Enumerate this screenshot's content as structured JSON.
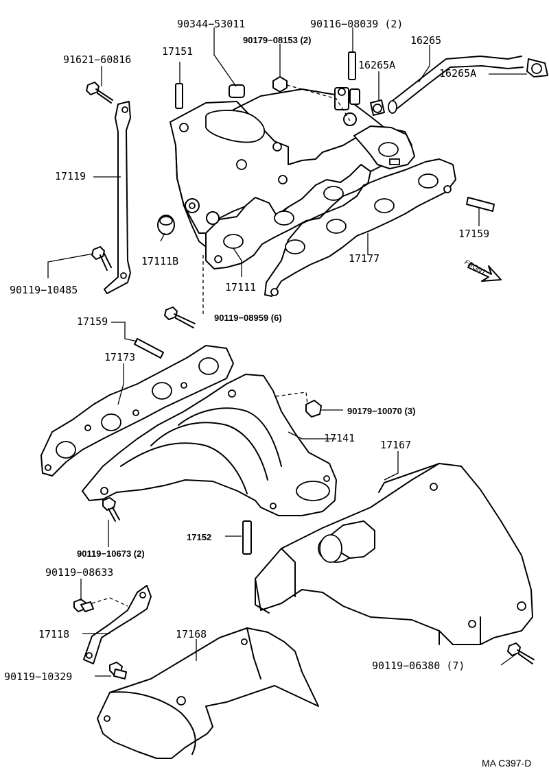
{
  "labels": {
    "p90344": "90344−53011",
    "p90116": "90116−08039 (2)",
    "p90179a": "90179−08153 (2)",
    "p16265": "16265",
    "p16265a1": "16265A",
    "p16265a2": "16265A",
    "p91621": "91621−60816",
    "p17151": "17151",
    "p17119": "17119",
    "p17111b": "17111B",
    "p17111": "17111",
    "p17177": "17177",
    "p17159a": "17159",
    "p90119_10485": "90119−10485",
    "p90119_08959": "90119−08959 (6)",
    "p17159b": "17159",
    "p17173": "17173",
    "p90179_10070": "90179−10070 (3)",
    "p17141": "17141",
    "p17167": "17167",
    "p17152": "17152",
    "p90119_10673": "90119−10673 (2)",
    "p90119_08633": "90119−08633",
    "p17118": "17118",
    "p17168": "17168",
    "p90119_10329": "90119−10329",
    "p90119_06380": "90119−06380 (7)",
    "front": "FRONT",
    "code": "MA  C397-D"
  },
  "icons": {
    "front_arrow": "front-arrow-icon"
  }
}
